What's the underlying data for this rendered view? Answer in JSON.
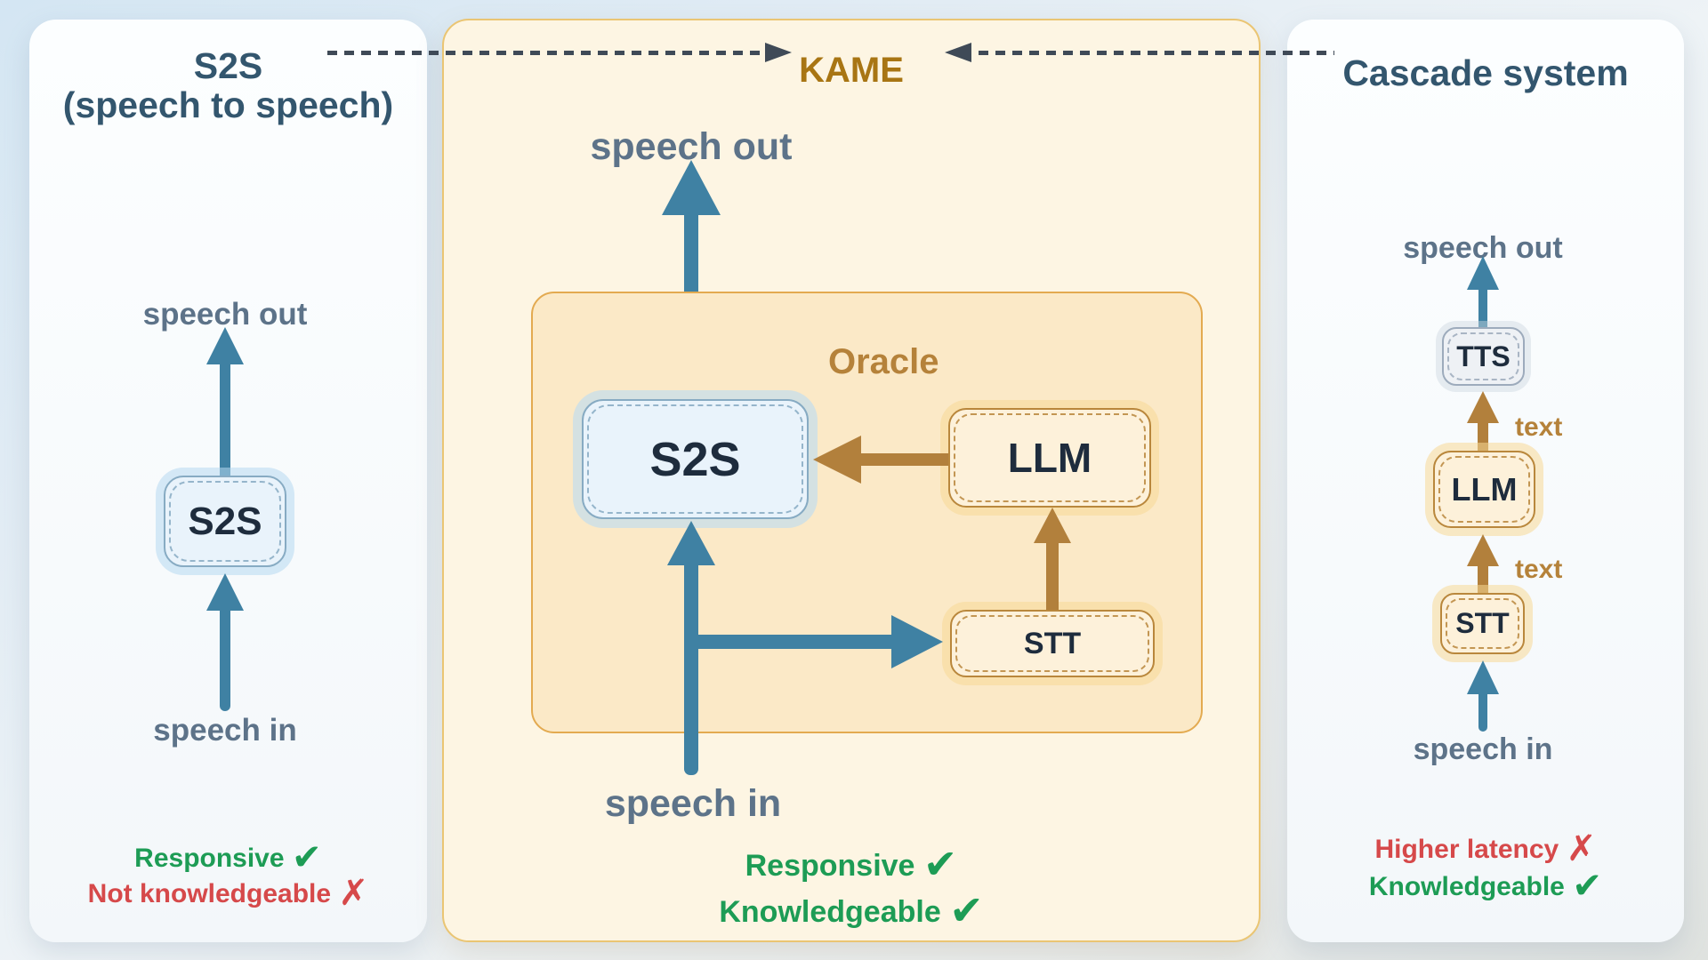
{
  "panels": {
    "left": {
      "title_line1": "S2S",
      "title_line2": "(speech to speech)",
      "speech_out": "speech out",
      "speech_in": "speech in",
      "box": "S2S",
      "status": [
        {
          "text": "Responsive",
          "mark": "✔",
          "state": "good"
        },
        {
          "text": "Not knowledgeable",
          "mark": "✗",
          "state": "bad"
        }
      ]
    },
    "center": {
      "title": "KAME",
      "speech_out": "speech out",
      "speech_in": "speech in",
      "oracle_label": "Oracle",
      "s2s_box": "S2S",
      "llm_box": "LLM",
      "stt_box": "STT",
      "status": [
        {
          "text": "Responsive",
          "mark": "✔",
          "state": "good"
        },
        {
          "text": "Knowledgeable",
          "mark": "✔",
          "state": "good"
        }
      ]
    },
    "right": {
      "title": "Cascade system",
      "speech_out": "speech out",
      "speech_in": "speech in",
      "tts_box": "TTS",
      "llm_box": "LLM",
      "stt_box": "STT",
      "text_label_upper": "text",
      "text_label_lower": "text",
      "status": [
        {
          "text": "Higher latency",
          "mark": "✗",
          "state": "bad"
        },
        {
          "text": "Knowledgeable",
          "mark": "✔",
          "state": "good"
        }
      ]
    }
  },
  "colors": {
    "teal_arrow": "#3f81a3",
    "brown_arrow": "#b2803c",
    "kame_gold": "#a87513",
    "oracle_gold": "#b5823a",
    "title_navy": "#33566e",
    "label_slate": "#5d7389",
    "box_text_navy": "#1e2c3d",
    "good_green": "#1d9c55",
    "bad_red": "#d6494a",
    "dash_grey": "#3f4a57",
    "center_panel_bg": "#fdf5e3",
    "oracle_bg": "#fbe9c7"
  }
}
